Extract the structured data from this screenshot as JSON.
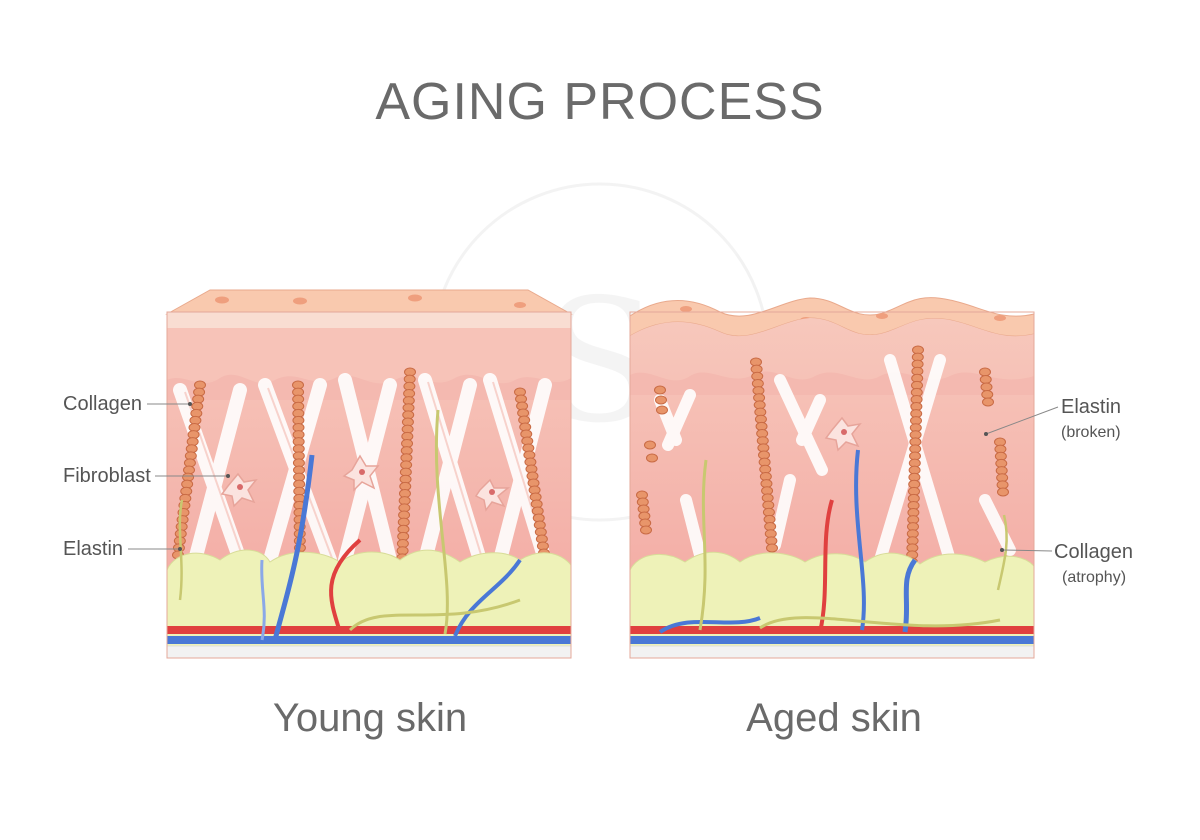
{
  "title": "AGING PROCESS",
  "panels": {
    "young": {
      "caption": "Young skin",
      "labels": {
        "collagen": "Collagen",
        "fibroblast": "Fibroblast",
        "elastin": "Elastin"
      }
    },
    "aged": {
      "caption": "Aged skin",
      "labels": {
        "elastin": "Elastin",
        "elastin_note": "(broken)",
        "collagen": "Collagen",
        "collagen_note": "(atrophy)"
      }
    }
  },
  "watermark": "S",
  "colors": {
    "epidermis": "#f7c7b0",
    "dermis": "#f4b0a8",
    "subcutis": "#eef2b8",
    "collagen": "#ffffff",
    "elastin": "#e8956a",
    "artery": "#e0403f",
    "vein": "#4a78d6",
    "nerve": "#c8c870"
  }
}
